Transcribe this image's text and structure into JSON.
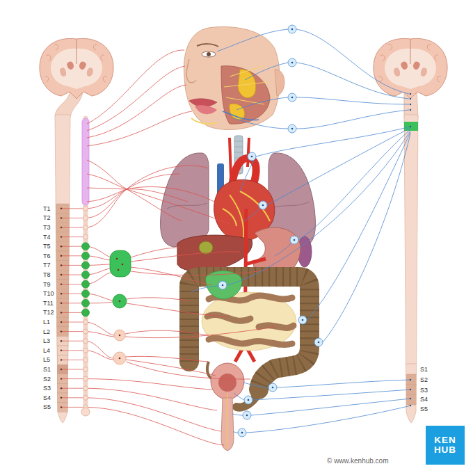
{
  "diagram": {
    "nodes": [
      {
        "text": [
          "KEN HUB"
        ]
      }
    ],
    "labels": [
      "T1",
      "T2",
      "T3",
      "T4",
      "T5",
      "T6",
      "T7",
      "T8",
      "T9",
      "T10",
      "T11",
      "T12",
      "L1",
      "L2",
      "L3",
      "L4",
      "L5",
      "S1",
      "S2",
      "S3",
      "S4",
      "S5",
      "S1",
      "S2",
      "S3",
      "S4",
      "S5",
      "© www.kenhub.com"
    ]
  }
}
